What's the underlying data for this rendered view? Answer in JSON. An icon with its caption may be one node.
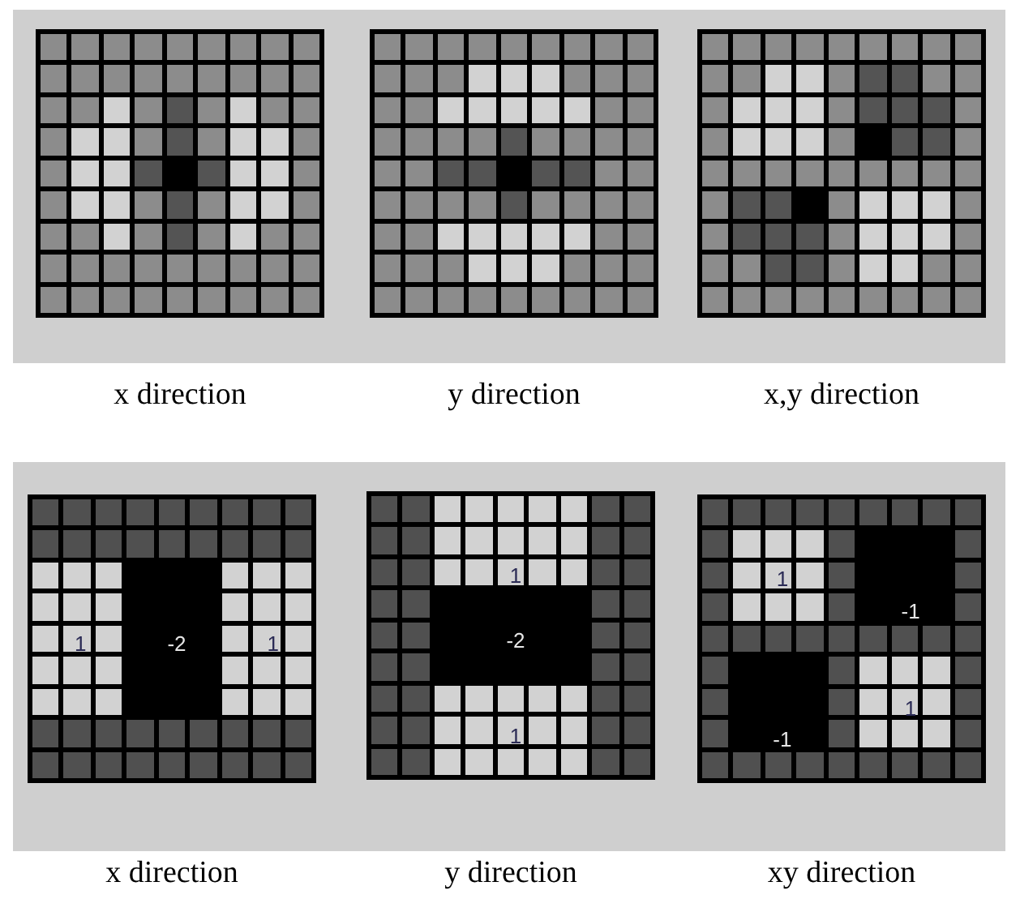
{
  "diagram": {
    "labels": [
      "x direction",
      "y direction",
      "x,y direction",
      "1",
      "-2",
      "1",
      "1",
      "-2",
      "1",
      "1",
      "-1",
      "-1",
      "1",
      "x direction",
      "y direction",
      "xy direction"
    ]
  }
}
